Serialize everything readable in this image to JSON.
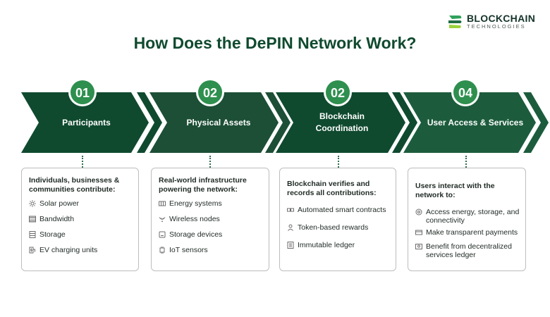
{
  "brand": {
    "name": "BLOCKCHAIN",
    "tagline": "TECHNOLOGIES"
  },
  "title": "How Does the DePIN Network Work?",
  "colors": {
    "green_dark": "#0f4a2f",
    "green_mid": "#1c5c3c",
    "badge": "#2e8f4e"
  },
  "steps": [
    {
      "number": "01",
      "label": "Participants",
      "intro": "Individuals, businesses & communities contribute:",
      "items": [
        {
          "text": "Solar power",
          "icon": "sun-icon"
        },
        {
          "text": "Bandwidth",
          "icon": "bandwidth-icon"
        },
        {
          "text": "Storage",
          "icon": "storage-icon"
        },
        {
          "text": "EV charging units",
          "icon": "ev-charger-icon"
        }
      ]
    },
    {
      "number": "02",
      "label": "Physical Assets",
      "intro": "Real-world infrastructure powering the network:",
      "items": [
        {
          "text": "Energy systems",
          "icon": "energy-icon"
        },
        {
          "text": "Wireless nodes",
          "icon": "wireless-icon"
        },
        {
          "text": "Storage devices",
          "icon": "storage-device-icon"
        },
        {
          "text": "IoT sensors",
          "icon": "sensor-icon"
        }
      ]
    },
    {
      "number": "02",
      "label": "Blockchain Coordination",
      "intro": "Blockchain verifies and records all contributions:",
      "items": [
        {
          "text": "Automated smart contracts",
          "icon": "contract-icon"
        },
        {
          "text": "Token-based rewards",
          "icon": "token-icon"
        },
        {
          "text": "Immutable ledger",
          "icon": "ledger-icon"
        }
      ]
    },
    {
      "number": "04",
      "label": "User Access & Services",
      "intro": "Users interact with the network to:",
      "items": [
        {
          "text": "Access energy, storage, and connectivity",
          "icon": "access-icon"
        },
        {
          "text": "Make transparent payments",
          "icon": "payment-icon"
        },
        {
          "text": "Benefit from decentralized services ledger",
          "icon": "benefit-icon"
        }
      ]
    }
  ]
}
